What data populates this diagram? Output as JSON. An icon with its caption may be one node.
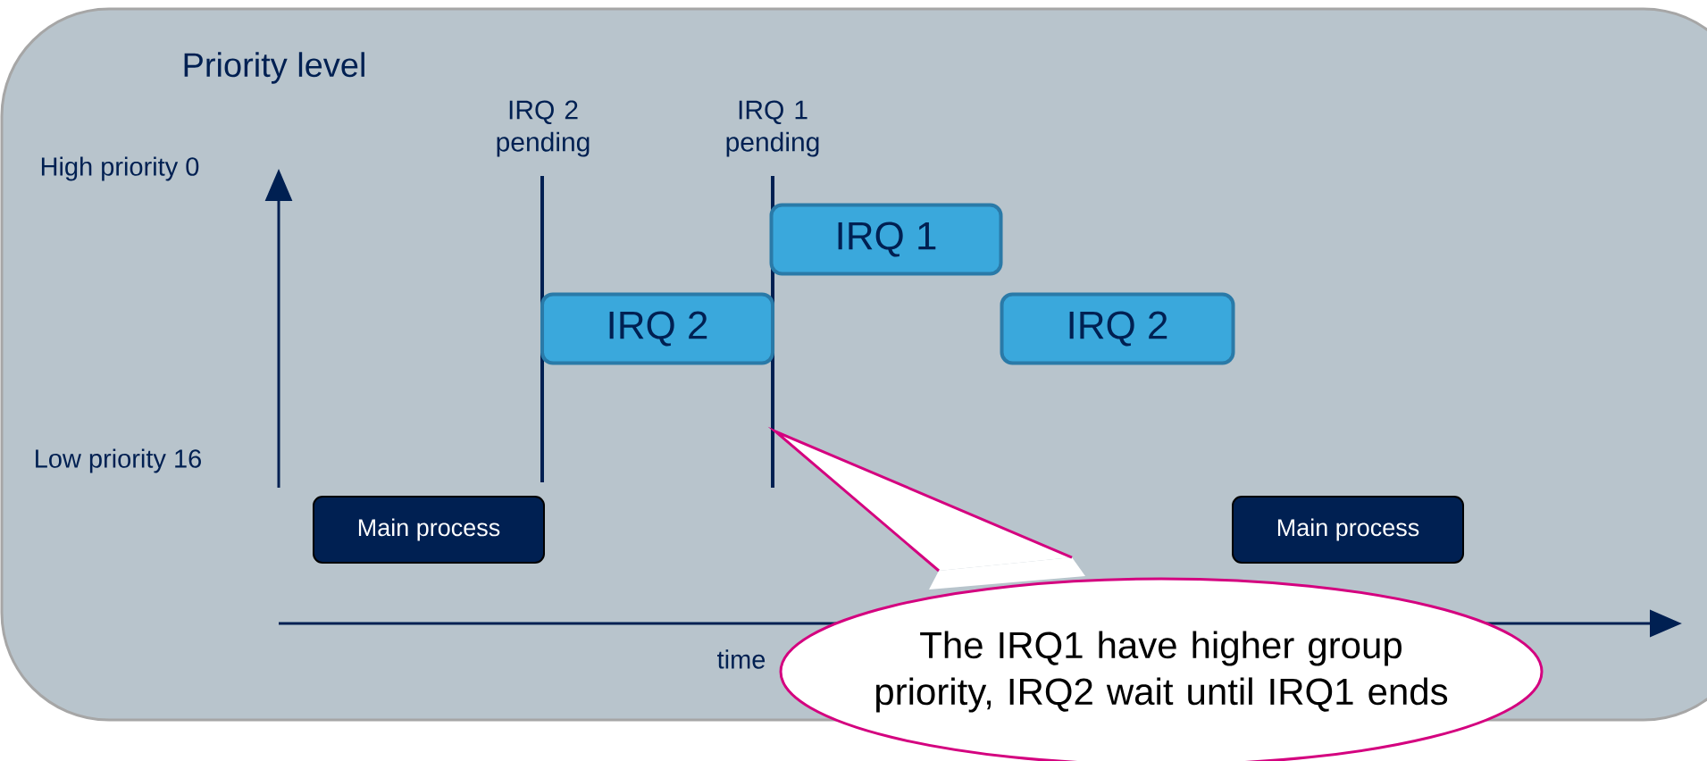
{
  "diagram": {
    "nodes": [
      {
        "text": [
          "Main process"
        ]
      },
      {
        "text": [
          "IRQ 2"
        ]
      },
      {
        "text": [
          "IRQ 1"
        ]
      },
      {
        "text": [
          "IRQ 2"
        ]
      },
      {
        "text": [
          "Main process"
        ]
      },
      {
        "text": [
          "The IRQ1 have higher group priority, IRQ2 wait until IRQ1 ends"
        ]
      }
    ],
    "labels": [
      "Priority level",
      "IRQ 2 pending",
      "IRQ 1 pending",
      "High priority 0",
      "Low priority 16",
      "time"
    ]
  }
}
